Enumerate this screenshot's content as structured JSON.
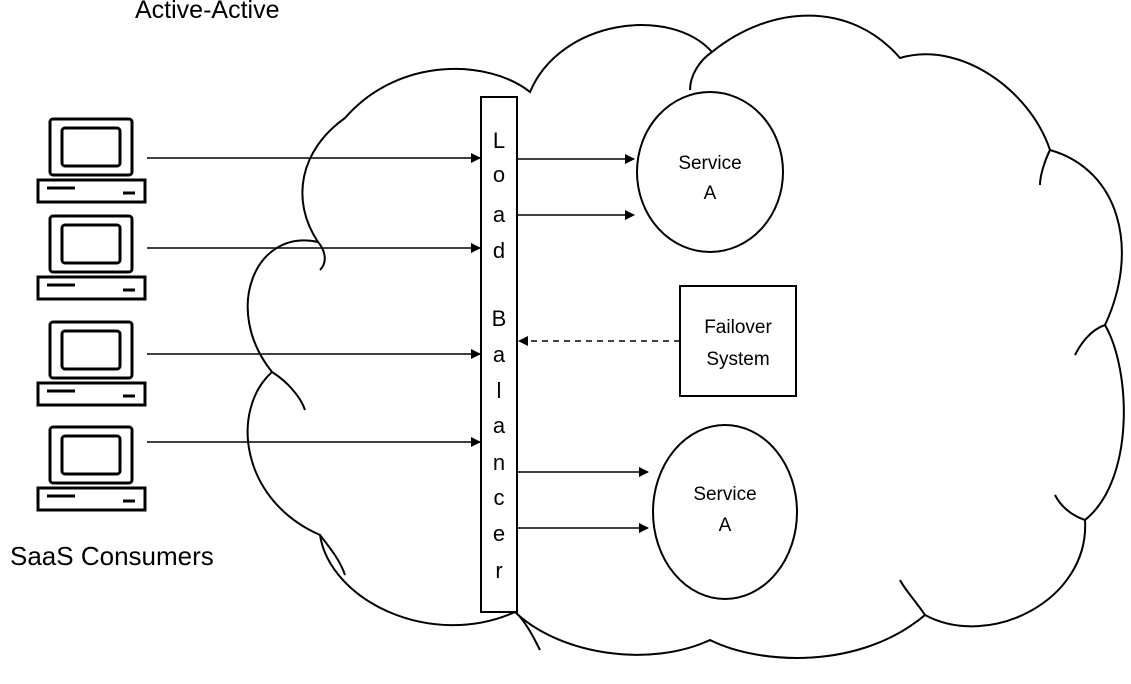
{
  "title": "Active-Active",
  "consumers": {
    "label": "SaaS Consumers",
    "computers": [
      {
        "icon": "computer-icon"
      },
      {
        "icon": "computer-icon"
      },
      {
        "icon": "computer-icon"
      },
      {
        "icon": "computer-icon"
      }
    ]
  },
  "cloud": {
    "icon": "cloud-icon"
  },
  "load_balancer": {
    "chars": [
      "L",
      "o",
      "a",
      "d",
      "",
      "B",
      "a",
      "l",
      "a",
      "n",
      "c",
      "e",
      "r"
    ]
  },
  "services": [
    {
      "line1": "Service",
      "line2": "A"
    },
    {
      "line1": "Service",
      "line2": "A"
    }
  ],
  "failover": {
    "line1": "Failover",
    "line2": "System"
  }
}
